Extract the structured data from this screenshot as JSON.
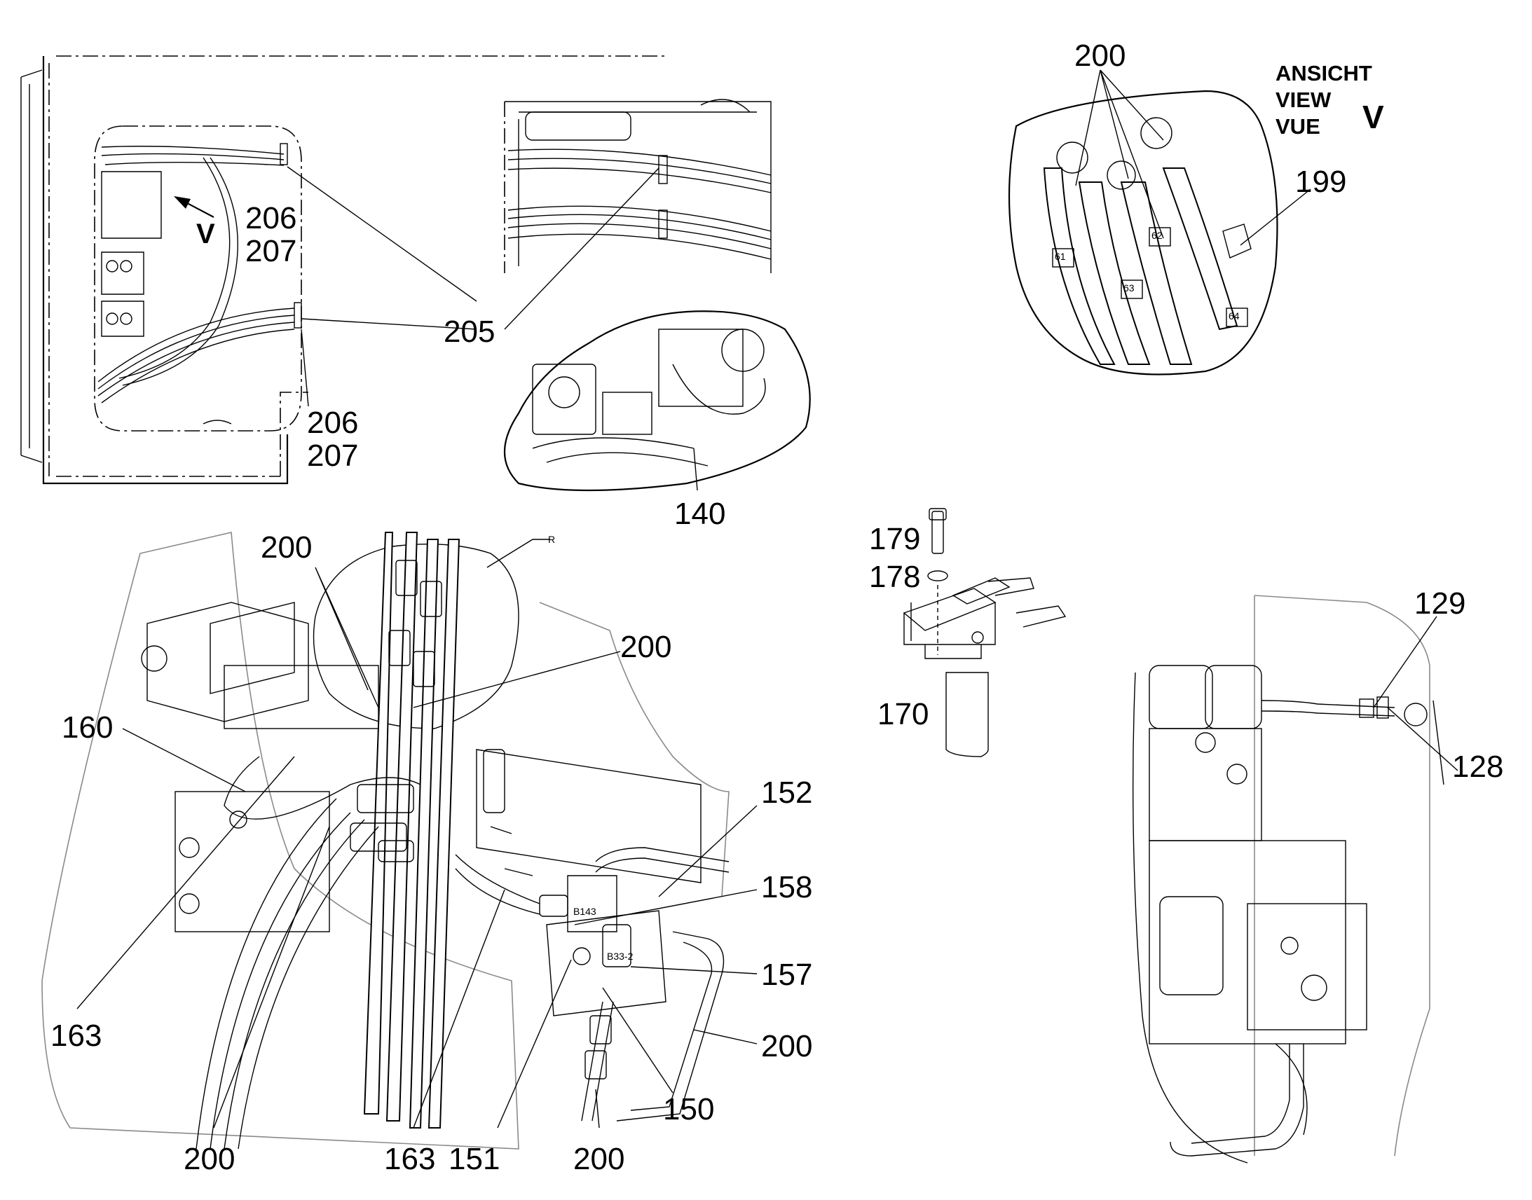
{
  "view_label": {
    "lines": [
      "ANSICHT",
      "VIEW",
      "VUE"
    ],
    "letter": "V"
  },
  "direction_arrow": {
    "letter": "V"
  },
  "detail_marker": "R",
  "connector_tags": [
    "B143",
    "B33-2"
  ],
  "hose_tags": [
    "61",
    "62",
    "63",
    "64"
  ],
  "callouts": {
    "c206a": "206",
    "c207a": "207",
    "c206b": "206",
    "c207b": "207",
    "c205": "205",
    "c140": "140",
    "c200_top": "200",
    "c199": "199",
    "c179": "179",
    "c178": "178",
    "c170": "170",
    "c129": "129",
    "c128": "128",
    "c200_a": "200",
    "c200_b": "200",
    "c160": "160",
    "c163_left": "163",
    "c152": "152",
    "c158": "158",
    "c157": "157",
    "c200_c": "200",
    "c150": "150",
    "c200_d": "200",
    "c163_bottom": "163",
    "c151": "151",
    "c200_e": "200"
  }
}
